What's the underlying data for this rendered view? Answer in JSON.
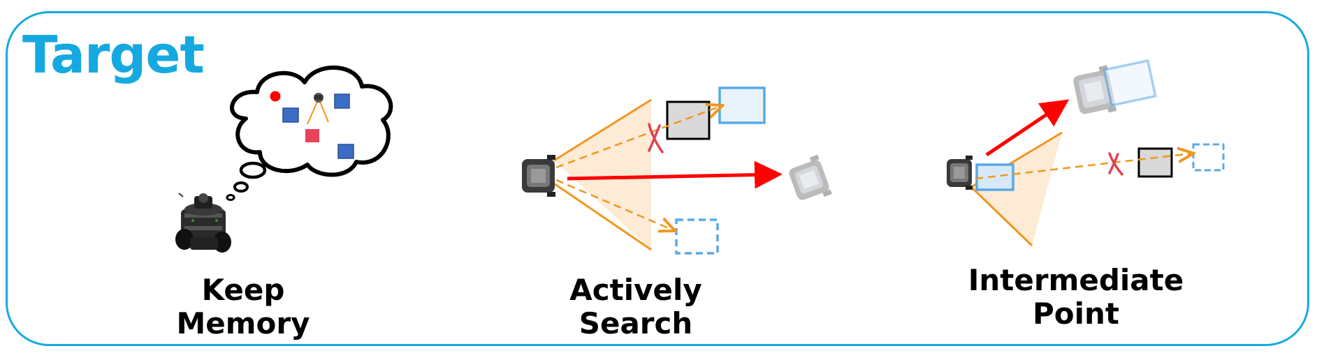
{
  "title": "Target",
  "panels": [
    {
      "caption_line1": "Keep",
      "caption_line2": "Memory"
    },
    {
      "caption_line1": "Actively",
      "caption_line2": "Search"
    },
    {
      "caption_line1": "Intermediate",
      "caption_line2": "Point"
    }
  ],
  "colors": {
    "accent": "#16a9e1",
    "path_arrow": "#ff0000",
    "ray": "#f0961e",
    "fov_fill": "#fde7cf",
    "blue_box": "#5aa9e6",
    "blue_box_fill": "#e8f3fc",
    "obstacle_fill": "#d9d9d9",
    "memory_blue": "#3d6cc4",
    "memory_red": "#e8435a"
  },
  "icons": [
    "robot-icon",
    "thought-cloud-icon",
    "blocked-x-icon"
  ]
}
